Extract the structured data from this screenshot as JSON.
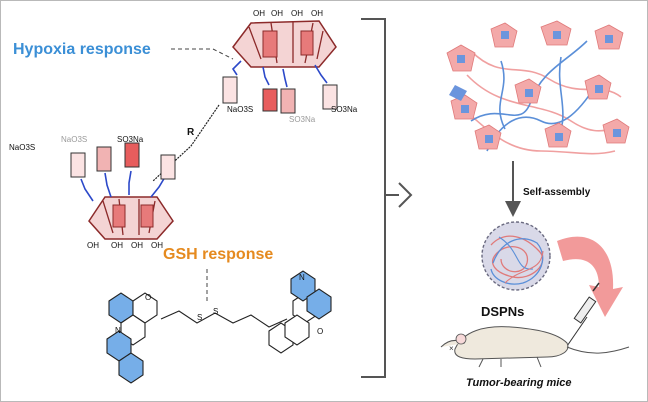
{
  "labels": {
    "hypoxia": "Hypoxia response",
    "gsh": "GSH response",
    "self_assembly": "Self-assembly",
    "dspns": "DSPNs",
    "mice": "Tumor-bearing mice",
    "r_group": "R"
  },
  "chem": {
    "so3na": "SO3Na",
    "naO3s": "NaO3S",
    "oh": "OH",
    "o": "O",
    "n": "N",
    "s": "S"
  },
  "colors": {
    "hypoxia": "#3b8fd6",
    "gsh": "#e58a1f",
    "azo": "#2c49c9",
    "phenyl_red": "#e75d5d",
    "phenyl_pink": "#f1b3b3",
    "calixarene": "#8c2a2a",
    "camptothecin": "#76aee8",
    "bracket": "#555555",
    "arrow": "#f29a9a",
    "strand_pink": "#f0a0a0",
    "strand_blue": "#5b8fd8"
  },
  "icons": [
    "bracket-icon",
    "down-arrow-icon",
    "curved-arrow-icon",
    "syringe-icon",
    "mouse-icon",
    "nanoparticle-icon",
    "network-icon"
  ]
}
